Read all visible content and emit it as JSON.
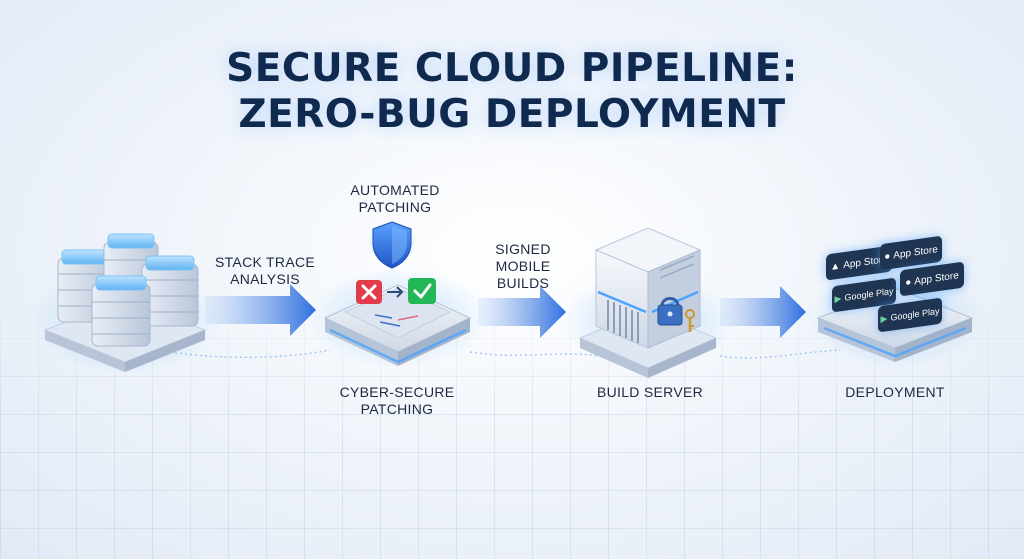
{
  "title": {
    "line1": "SECURE CLOUD PIPELINE:",
    "line2": "ZERO-BUG DEPLOYMENT"
  },
  "labels": {
    "stack_trace_1": "STACK TRACE",
    "stack_trace_2": "ANALYSIS",
    "automated_1": "AUTOMATED",
    "automated_2": "PATCHING",
    "signed_1": "SIGNED",
    "signed_2": "MOBILE",
    "signed_3": "BUILDS",
    "cyber_1": "CYBER-SECURE",
    "cyber_2": "PATCHING",
    "build_server": "BUILD SERVER",
    "deployment": "DEPLOYMENT"
  },
  "badges": {
    "app_store": "App Store",
    "google_play": "Google Play"
  },
  "colors": {
    "title": "#10294f",
    "accent": "#3b82f6",
    "arrow": "#3a78dc",
    "error": "#e23b4a",
    "success": "#22b857",
    "badge_dark": "#1f3552"
  }
}
